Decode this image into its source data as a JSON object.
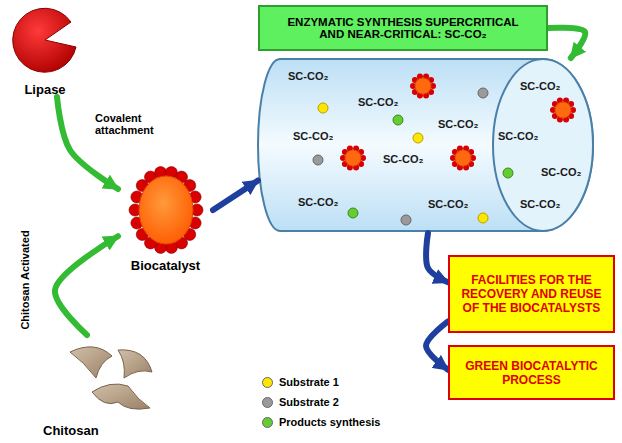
{
  "diagram": {
    "nodes": [
      {
        "text": [
          "Lipase"
        ]
      },
      {
        "text": [
          "ENZYMATIC SYNTHESIS SUPERCRITICAL AND NEAR-CRITICAL: SC-CO₂"
        ]
      },
      {
        "text": [
          "SC-CO₂",
          "SC-CO₂",
          "SC-CO₂",
          "SC-CO₂",
          "SC-CO₂",
          "SC-CO₂",
          "SC-CO₂",
          "SC-CO₂",
          "SC-CO₂",
          "SC-CO₂",
          "SC-CO₂"
        ]
      },
      {
        "text": [
          "Biocatalyst"
        ]
      },
      {
        "text": [
          "FACILITIES FOR THE RECOVERY AND REUSE OF THE BIOCATALYSTS"
        ]
      },
      {
        "text": [
          "GREEN BIOCATALYTIC PROCESS"
        ]
      },
      {
        "text": [
          "Chitosan"
        ]
      }
    ],
    "edges": [
      {
        "from": 0,
        "to": 3,
        "arrow": "to",
        "label": "Covalent attachment"
      },
      {
        "from": 6,
        "to": 3,
        "arrow": "to",
        "label": "Chitosan Activated"
      },
      {
        "from": 3,
        "to": 2,
        "arrow": "to"
      },
      {
        "from": 1,
        "to": 2,
        "arrow": "to"
      },
      {
        "from": 2,
        "to": 4,
        "arrow": "to"
      },
      {
        "from": 4,
        "to": 5,
        "arrow": "to"
      }
    ],
    "legend": [
      {
        "text": "Substrate 1",
        "color": "#ffe600"
      },
      {
        "text": "Substrate 2",
        "color": "#9a9a9a"
      },
      {
        "text": "Products synthesis",
        "color": "#66cc33"
      }
    ]
  }
}
